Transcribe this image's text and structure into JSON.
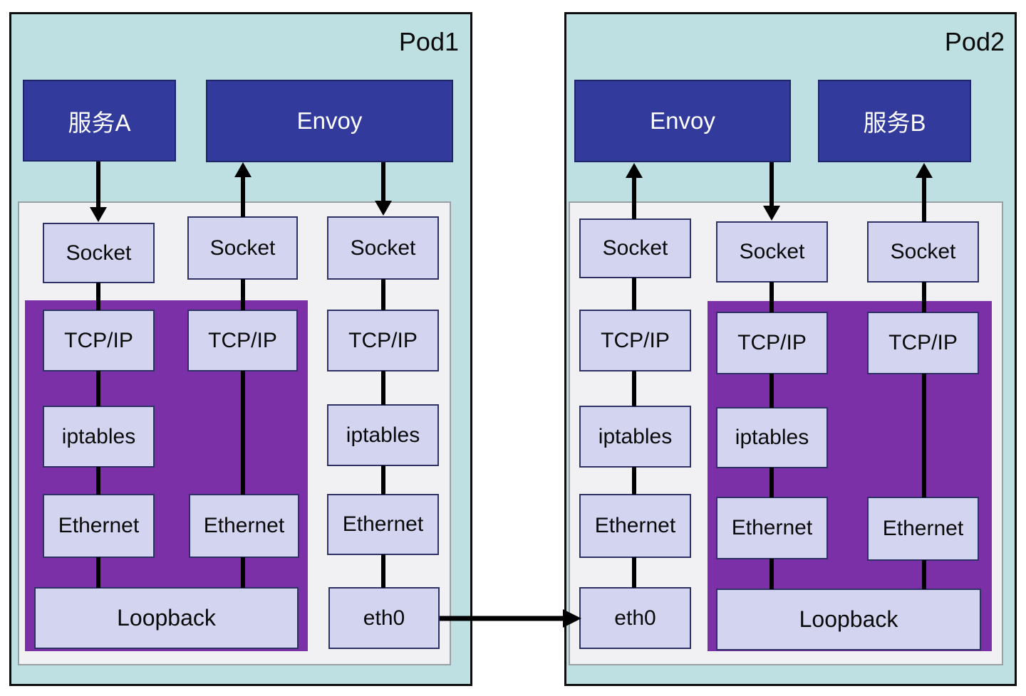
{
  "pod1": {
    "label": "Pod1",
    "service_a": "服务A",
    "envoy": "Envoy",
    "col1": {
      "socket": "Socket",
      "tcpip": "TCP/IP",
      "iptables": "iptables",
      "ethernet": "Ethernet"
    },
    "col2": {
      "socket": "Socket",
      "tcpip": "TCP/IP",
      "ethernet": "Ethernet"
    },
    "col3": {
      "socket": "Socket",
      "tcpip": "TCP/IP",
      "iptables": "iptables",
      "ethernet": "Ethernet",
      "eth0": "eth0"
    },
    "loopback": "Loopback"
  },
  "pod2": {
    "label": "Pod2",
    "envoy": "Envoy",
    "service_b": "服务B",
    "col1": {
      "socket": "Socket",
      "tcpip": "TCP/IP",
      "iptables": "iptables",
      "ethernet": "Ethernet",
      "eth0": "eth0"
    },
    "col2": {
      "socket": "Socket",
      "tcpip": "TCP/IP",
      "iptables": "iptables",
      "ethernet": "Ethernet"
    },
    "col3": {
      "socket": "Socket",
      "tcpip": "TCP/IP",
      "ethernet": "Ethernet"
    },
    "loopback": "Loopback"
  },
  "colors": {
    "pod_bg": "#bfe0e3",
    "panel_bg": "#f1f1f4",
    "purple": "#7b30a8",
    "node_bg": "#d3d4f0",
    "node_border": "#2d3166",
    "service_bg": "#323a9c",
    "arrow": "#000000"
  }
}
